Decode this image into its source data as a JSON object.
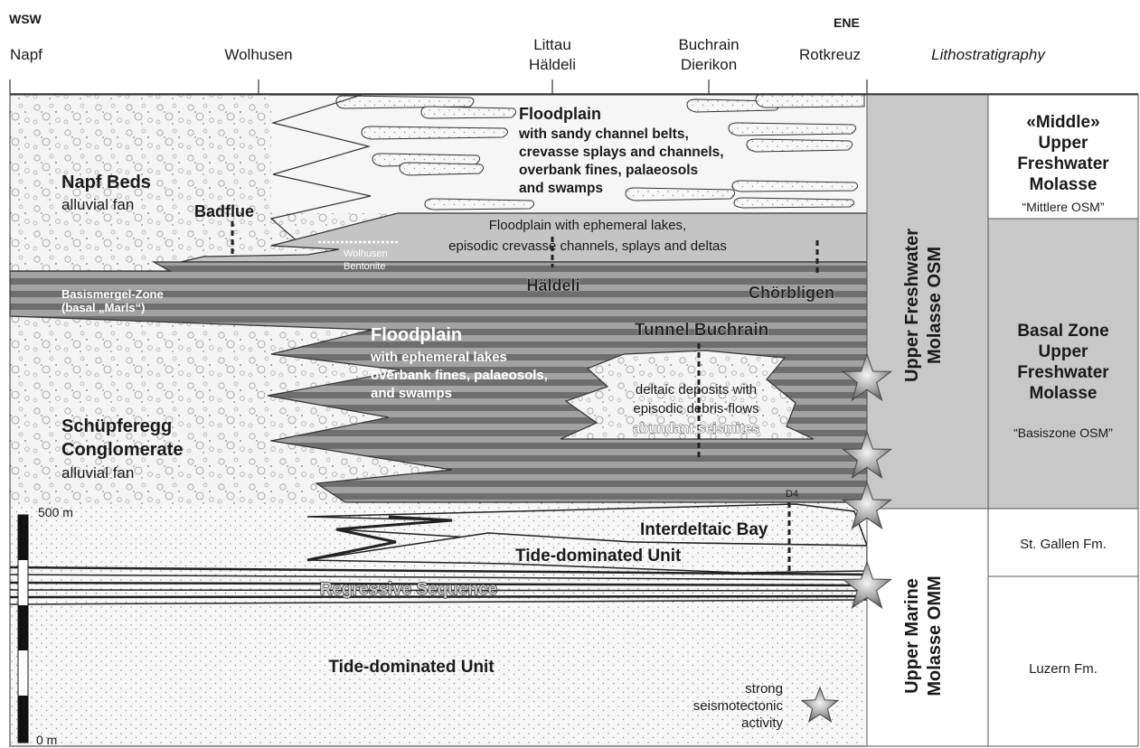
{
  "header": {
    "left_direction": "WSW",
    "right_direction": "ENE",
    "column_title": "Lithostratigraphy"
  },
  "locations": {
    "napf": "Napf",
    "wolhusen": "Wolhusen",
    "littau_1": "Littau",
    "littau_2": "Häldeli",
    "buchrain_1": "Buchrain",
    "buchrain_2": "Dierikon",
    "rotkreuz": "Rotkreuz"
  },
  "units": {
    "floodplain_upper": {
      "title": "Floodplain",
      "lines": [
        "with sandy channel belts,",
        "crevasse splays and channels,",
        "overbank fines, palaeosols",
        "and swamps"
      ]
    },
    "napf_beds": {
      "title": "Napf Beds",
      "sub": "alluvial fan"
    },
    "badflue": "Badflue",
    "floodplain_lakes": [
      "Floodplain with ephemeral lakes,",
      "episodic crevasse channels, splays and deltas"
    ],
    "wolhusen_bentonite": [
      "Wolhusen",
      "Bentonite"
    ],
    "haeldeli": "Häldeli",
    "chorbligen": "Chörbligen",
    "basismergel": [
      "Basismergel-Zone",
      "(basal „Marls“)"
    ],
    "floodplain_mid": {
      "title": "Floodplain",
      "lines": [
        "with ephemeral lakes",
        "overbank fines, palaeosols,",
        "and swamps"
      ]
    },
    "tunnel_buchrain": "Tunnel Buchrain",
    "deltaic": [
      "deltaic deposits with",
      "episodic debris-flows"
    ],
    "seismites": "abundant seismites",
    "schupferegg": {
      "line1": "Schüpferegg",
      "line2": "Conglomerate",
      "sub": "alluvial fan"
    },
    "d4": "D4",
    "interdeltaic": "Interdeltaic Bay",
    "tide_upper": "Tide-dominated Unit",
    "regressive": "Regressive Sequence",
    "tide_lower": "Tide-dominated Unit"
  },
  "legend": {
    "lines": [
      "strong",
      "seismotectonic",
      "activity"
    ]
  },
  "scale": {
    "top": "500 m",
    "bottom": "0 m"
  },
  "groups": {
    "osm": [
      "Upper Freshwater",
      "Molasse OSM"
    ],
    "omm": [
      "Upper Marine",
      "Molasse OMM"
    ]
  },
  "lithostratigraphy": {
    "middle": {
      "lines": [
        "«Middle»",
        "Upper",
        "Freshwater",
        "Molasse"
      ],
      "sub": "“Mittlere OSM”"
    },
    "basal": {
      "lines": [
        "Basal Zone",
        "Upper",
        "Freshwater",
        "Molasse"
      ],
      "sub": "“Basiszone OSM”"
    },
    "st_gallen": "St. Gallen Fm.",
    "luzern": "Luzern Fm."
  },
  "colors": {
    "conglomerate_bg": "#f4f4f4",
    "sand_bg": "#f7f7f7",
    "floodplain_band": "#c4c4c4",
    "stripe_dark": "#6e6e6e",
    "stripe_light": "#a2a2a2",
    "column_gray": "#c8c8c8",
    "text": "#1a1a1a"
  }
}
